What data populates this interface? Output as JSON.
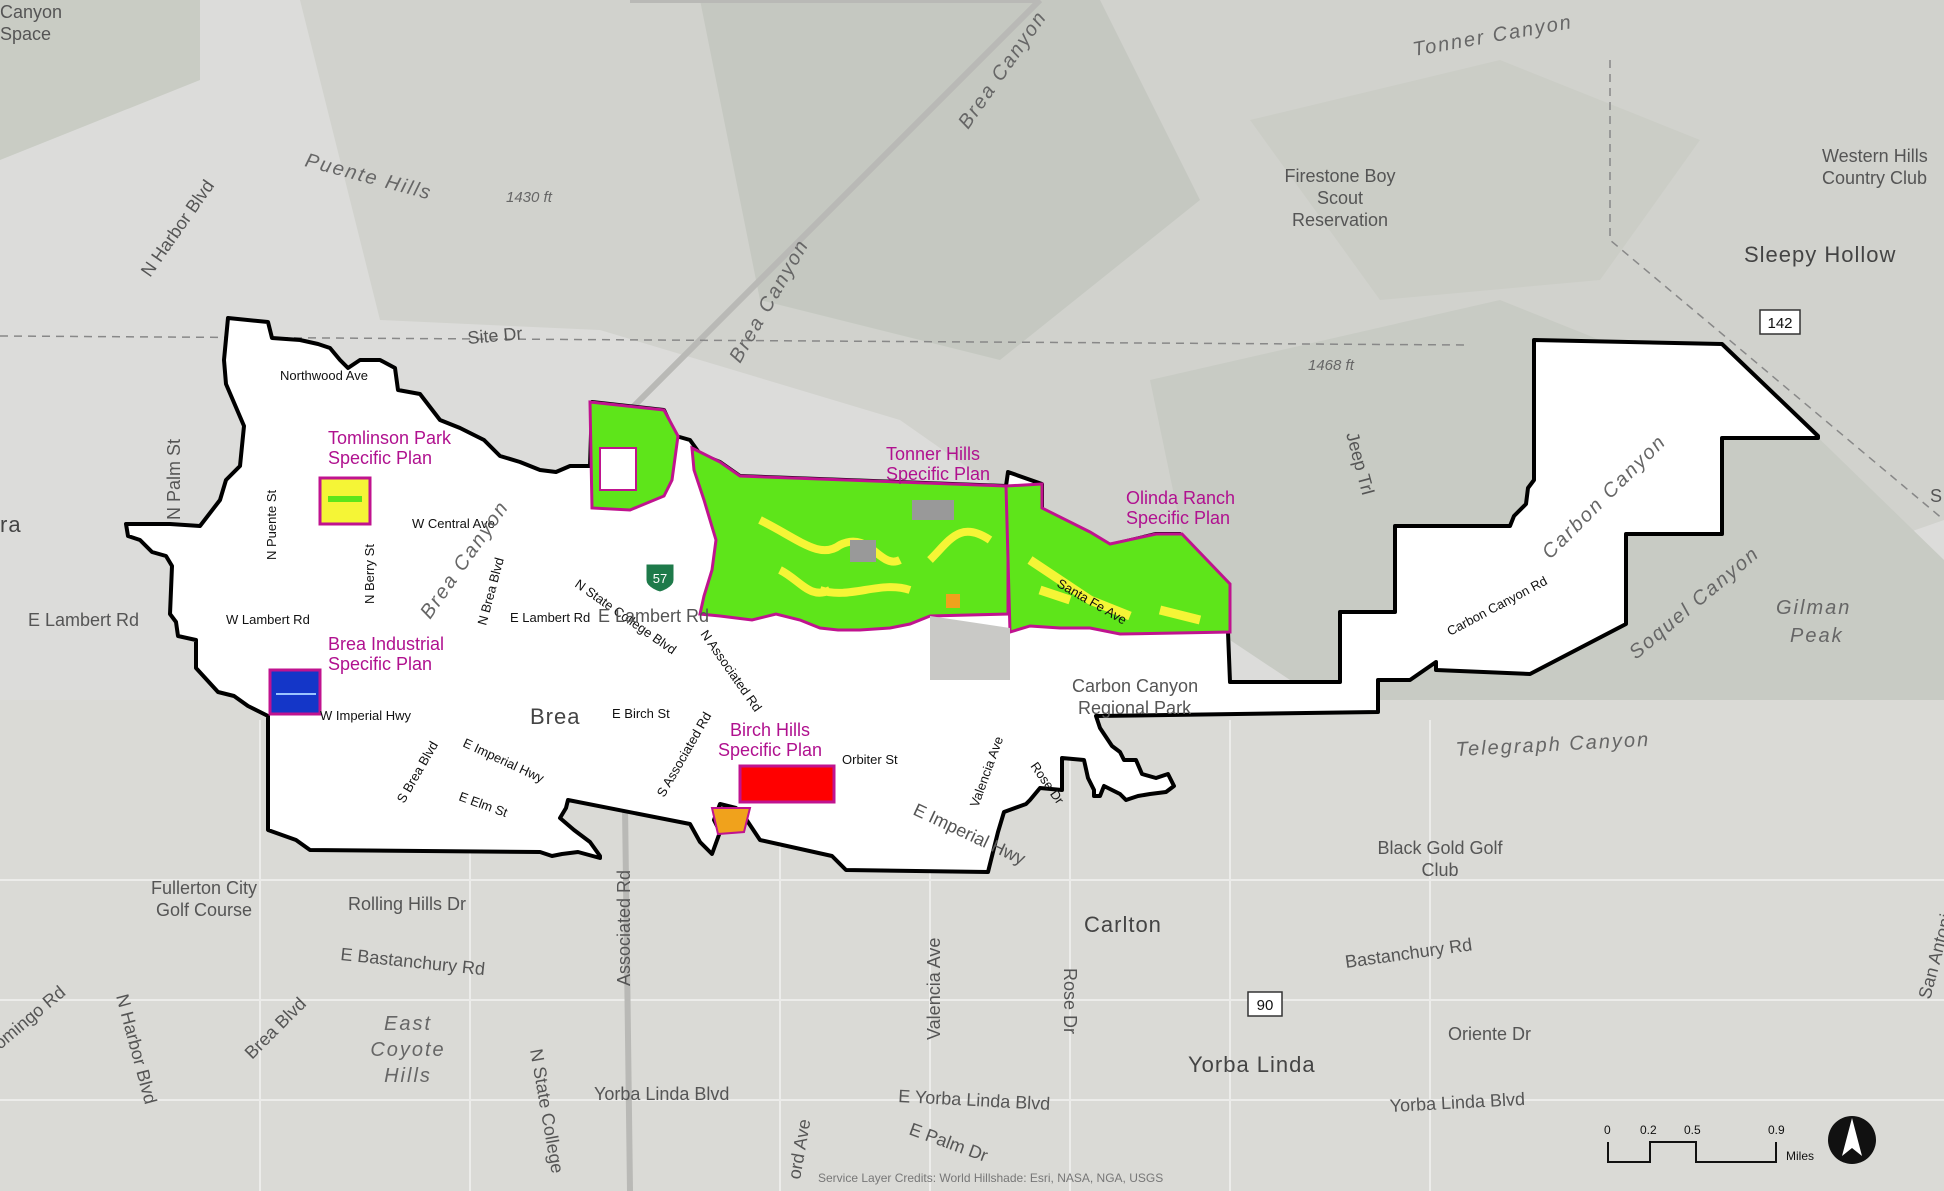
{
  "map": {
    "specific_plans": [
      {
        "id": "tomlinson",
        "line1": "Tomlinson Park",
        "line2": "Specific Plan",
        "fill": "#f5f536"
      },
      {
        "id": "brea-industrial",
        "line1": "Brea Industrial",
        "line2": "Specific Plan",
        "fill": "#1436c8"
      },
      {
        "id": "tonner-hills",
        "line1": "Tonner Hills",
        "line2": "Specific Plan",
        "fill": "#5ee51a"
      },
      {
        "id": "olinda-ranch",
        "line1": "Olinda Ranch",
        "line2": "Specific Plan",
        "fill": "#5ee51a"
      },
      {
        "id": "birch-hills",
        "line1": "Birch Hills",
        "line2": "Specific Plan",
        "fill": "#ff0000"
      }
    ],
    "streets": {
      "northwood": "Northwood Ave",
      "w_central": "W Central Ave",
      "n_puente": "N Puente St",
      "n_berry": "N Berry St",
      "n_brea_blvd": "N Brea Blvd",
      "e_lambert": "E Lambert Rd",
      "w_lambert": "W Lambert Rd",
      "n_state_college": "N State College Blvd",
      "n_associated": "N Associated Rd",
      "w_imperial": "W Imperial Hwy",
      "e_birch": "E Birch St",
      "s_associated": "S Associated Rd",
      "orbiter": "Orbiter St",
      "s_brea_blvd": "S Brea Blvd",
      "e_imperial": "E Imperial Hwy",
      "e_elm": "E Elm St",
      "valencia": "Valencia Ave",
      "rose": "Rose Dr",
      "santa_fe": "Santa Fe Ave",
      "carbon_canyon_rd": "Carbon Canyon Rd",
      "site_dr": "Site Dr",
      "n_harbor": "N Harbor Blvd",
      "n_palm": "N Palm St",
      "e_lambert_bg": "E Lambert Rd",
      "e_lambert_city": "E Lambert Rd",
      "rolling_hills": "Rolling Hills Dr",
      "e_bastanchury": "E Bastanchury Rd",
      "brea_blvd_s": "Brea Blvd",
      "n_harbor_s": "N Harbor Blvd",
      "associated_s": "Associated Rd",
      "n_state_college_s": "N State College",
      "yorba_linda_blvd": "Yorba Linda Blvd",
      "e_yorba_linda": "E Yorba Linda Blvd",
      "e_palm": "E Palm Dr",
      "valencia_s": "Valencia Ave",
      "rose_s": "Rose Dr",
      "bastanchury": "Bastanchury Rd",
      "oriente": "Oriente Dr",
      "yorba_linda_blvd_e": "Yorba Linda Blvd",
      "jeep": "Jeep Trl",
      "domingo": "omingo Rd",
      "ord_ave": "ord Ave",
      "e_imperial_e": "E Imperial Hwy"
    },
    "places": {
      "canyon_space_1": "Canyon",
      "canyon_space_2": "Space",
      "puente_hills": "Puente Hills",
      "elev_1430": "1430 ft",
      "brea_canyon_top": "Brea Canyon",
      "brea_canyon_mid": "Brea Canyon",
      "tonner_canyon": "Tonner Canyon",
      "firestone_1": "Firestone Boy",
      "firestone_2": "Scout",
      "firestone_3": "Reservation",
      "western_hills_1": "Western Hills",
      "western_hills_2": "Country Club",
      "sleepy_hollow": "Sleepy Hollow",
      "elev_1468": "1468 ft",
      "carbon_canyon": "Carbon Canyon",
      "soquel_canyon": "Soquel Canyon",
      "gilman_1": "Gilman",
      "gilman_2": "Peak",
      "telegraph_canyon": "Telegraph Canyon",
      "carbon_regional_1": "Carbon Canyon",
      "carbon_regional_2": "Regional Park",
      "brea": "Brea",
      "brea_canyon_city": "Brea Canyon",
      "fullerton_1": "Fullerton City",
      "fullerton_2": "Golf Course",
      "east_coyote_1": "East",
      "east_coyote_2": "Coyote",
      "east_coyote_3": "Hills",
      "black_gold_1": "Black Gold Golf",
      "black_gold_2": "Club",
      "carlton": "Carlton",
      "yorba_linda": "Yorba Linda",
      "ra": "ra",
      "s_edge": "S",
      "san_antonio": "San Antonio"
    },
    "highways": {
      "sr57": "57",
      "sr142": "142",
      "sr90": "90"
    },
    "scale_bar": {
      "ticks": [
        "0",
        "0.2",
        "0.5",
        "0.9"
      ],
      "unit": "Miles"
    },
    "credits": "Service Layer Credits: World Hillshade: Esri, NASA, NGA, USGS",
    "colors": {
      "city_fill": "#ffffff",
      "boundary": "#000000",
      "plan_outline": "#c0138f",
      "plan_label": "#b0118f",
      "hillshade": "#d9d9d6"
    }
  }
}
